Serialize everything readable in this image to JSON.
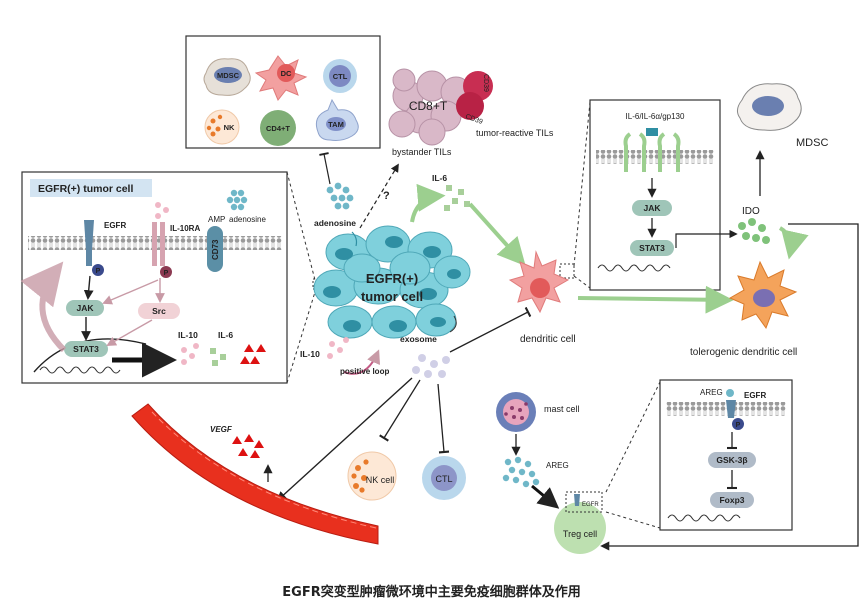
{
  "caption": "EGFR突变型肿瘤微环境中主要免疫细胞群体及作用",
  "inset_cells": {
    "mdsc": "MDSC",
    "dc": "DC",
    "ctl": "CTL",
    "nk": "NK",
    "cd4t": "CD4+T",
    "tam": "TAM"
  },
  "til": {
    "cd8t": "CD8+T",
    "cd39_a": "CD39",
    "cd39_b": "CD39",
    "reactive": "tumor-reactive TILs",
    "bystander": "bystander TILs"
  },
  "egfr_box": {
    "title": "EGFR(+) tumor cell",
    "amp": "AMP",
    "adenosine": "adenosine",
    "egfr": "EGFR",
    "il10ra": "IL-10RA",
    "cd73": "CD73",
    "p1": "P",
    "p2": "P",
    "jak": "JAK",
    "src": "Src",
    "stat3": "STAT3",
    "il10": "IL-10",
    "il6": "IL-6"
  },
  "center": {
    "adenosine": "adenosine",
    "question": "?",
    "il6": "IL-6",
    "tumor1": "EGFR(+)",
    "tumor2": "tumor cell",
    "il10": "IL-10",
    "loop": "positive loop",
    "exosome": "exosome",
    "vegf": "VEGF",
    "nk": "NK cell",
    "ctl": "CTL"
  },
  "il6_box": {
    "receptor": "IL-6/IL-6α/gp130",
    "jak": "JAK",
    "stat3": "STAT3"
  },
  "right": {
    "mdsc": "MDSC",
    "ido": "IDO",
    "dendritic": "dendritic cell",
    "tolerogenic": "tolerogenic dendritic cell"
  },
  "treg_box": {
    "areg": "AREG",
    "egfr": "EGFR",
    "p": "P",
    "gsk": "GSK-3β",
    "foxp3": "Foxp3"
  },
  "lower": {
    "mast": "mast cell",
    "areg": "AREG",
    "egfr_small": "EGFR",
    "treg": "Treg cell"
  },
  "colors": {
    "tumor_cell": "#7fd0dc",
    "tumor_nucleus": "#2f8fa3",
    "vessel": "#e8301e",
    "dc_pink": "#f08a8a",
    "tol_dc": "#f08a3c",
    "treg": "#bde0b0",
    "jak_box": "#9fc5b8",
    "stat3_box": "#9fc5b8",
    "loop_red": "#e2303a"
  }
}
